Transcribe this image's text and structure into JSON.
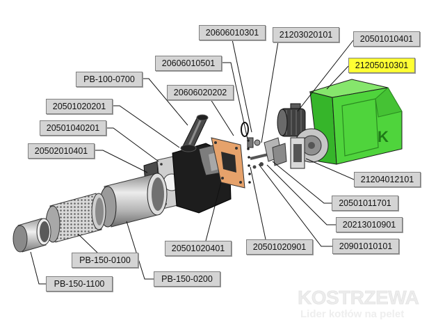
{
  "labels": [
    {
      "text": "20606010301",
      "highlighted": false
    },
    {
      "text": "21203020101",
      "highlighted": false
    },
    {
      "text": "20501010401",
      "highlighted": false
    },
    {
      "text": "21205010301",
      "highlighted": true
    },
    {
      "text": "20606010501",
      "highlighted": false
    },
    {
      "text": "PB-100-0700",
      "highlighted": false
    },
    {
      "text": "20606020202",
      "highlighted": false
    },
    {
      "text": "20501020201",
      "highlighted": false
    },
    {
      "text": "20501040201",
      "highlighted": false
    },
    {
      "text": "20502010401",
      "highlighted": false
    },
    {
      "text": "21204012101",
      "highlighted": false
    },
    {
      "text": "20501011701",
      "highlighted": false
    },
    {
      "text": "20213010901",
      "highlighted": false
    },
    {
      "text": "20501020401",
      "highlighted": false
    },
    {
      "text": "20501020901",
      "highlighted": false
    },
    {
      "text": "20901010101",
      "highlighted": false
    },
    {
      "text": "PB-150-0100",
      "highlighted": false
    },
    {
      "text": "PB-150-0200",
      "highlighted": false
    },
    {
      "text": "PB-150-1100",
      "highlighted": false
    }
  ],
  "housing_logo": "K",
  "watermark": {
    "brand": "KOSTRZEWA",
    "tagline": "Lider kotłów na pelet"
  },
  "colors": {
    "label_bg": "#d4d4d4",
    "label_border": "#7f7f7f",
    "highlight_bg": "#ffff33",
    "housing_green": "#4fd43c"
  }
}
